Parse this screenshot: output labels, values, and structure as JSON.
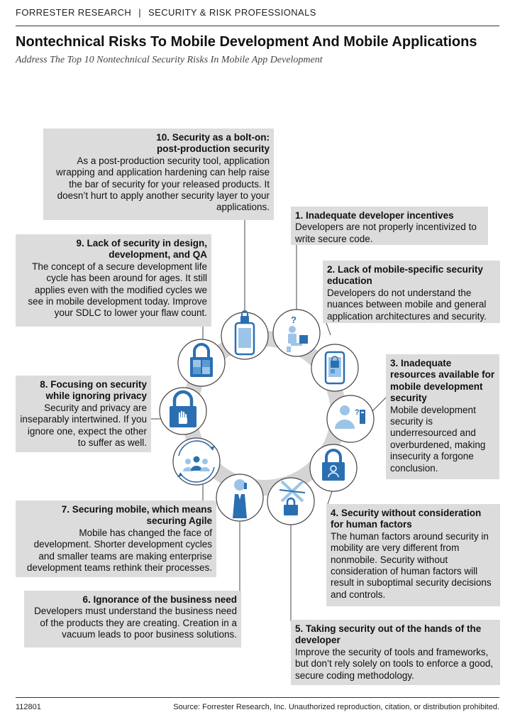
{
  "header": {
    "org": "FORRESTER RESEARCH",
    "separator": "|",
    "section": "SECURITY & RISK PROFESSIONALS"
  },
  "title": "Nontechnical Risks To Mobile Development And Mobile Applications",
  "subtitle": "Address The Top 10 Nontechnical Security Risks In Mobile App Development",
  "risks": [
    {
      "heading": "1. Inadequate developer incentives",
      "body": "Developers are not properly incentivized to write secure code."
    },
    {
      "heading": "2. Lack of mobile-specific security education",
      "body": "Developers do not understand the nuances between mobile and general application architectures and security."
    },
    {
      "heading": "3. Inadequate resources available for mobile development security",
      "body": "Mobile development security is underresourced and overburdened, making insecurity a forgone conclusion."
    },
    {
      "heading": "4. Security without consideration for human factors",
      "body": "The human factors around security in mobility are very different from nonmobile. Security without consideration of human factors will result in suboptimal security decisions and controls."
    },
    {
      "heading": "5. Taking security out of the hands of the developer",
      "body": "Improve the security of tools and frameworks, but don’t rely solely on tools to enforce a good, secure coding methodology."
    },
    {
      "heading": "6. Ignorance of the business need",
      "body": "Developers must understand the business need of the products they are creating. Creation in a vacuum leads to poor business solutions."
    },
    {
      "heading": "7. Securing mobile, which means securing Agile",
      "body": "Mobile has changed the face of development. Shorter development cycles and smaller teams are making enterprise development teams rethink their processes."
    },
    {
      "heading": "8. Focusing on security while ignoring privacy",
      "body": "Security and privacy are inseparably intertwined. If you ignore one, expect the other to suffer as well."
    },
    {
      "heading": "9. Lack of security in design, development, and QA",
      "body": "The concept of a secure development life cycle has been around for ages. It still applies even with the modified cycles we see in mobile development today. Improve your SDLC to lower your flaw count."
    },
    {
      "heading": "10. Security as a bolt-on: post-production security",
      "body": "As a post-production security tool, application wrapping and application hardening can help raise the bar of security for your released products. It doesn’t hurt to apply another security layer to your applications."
    }
  ],
  "icons": {
    "q_mark": "?",
    "colors": {
      "accent": "#2b6fb3",
      "light_accent": "#9cc4e8",
      "ring": "#d4d4d4",
      "box": "#dcdcdc"
    }
  },
  "footer": {
    "id": "112801",
    "source": "Source: Forrester Research, Inc. Unauthorized reproduction, citation, or distribution prohibited."
  }
}
